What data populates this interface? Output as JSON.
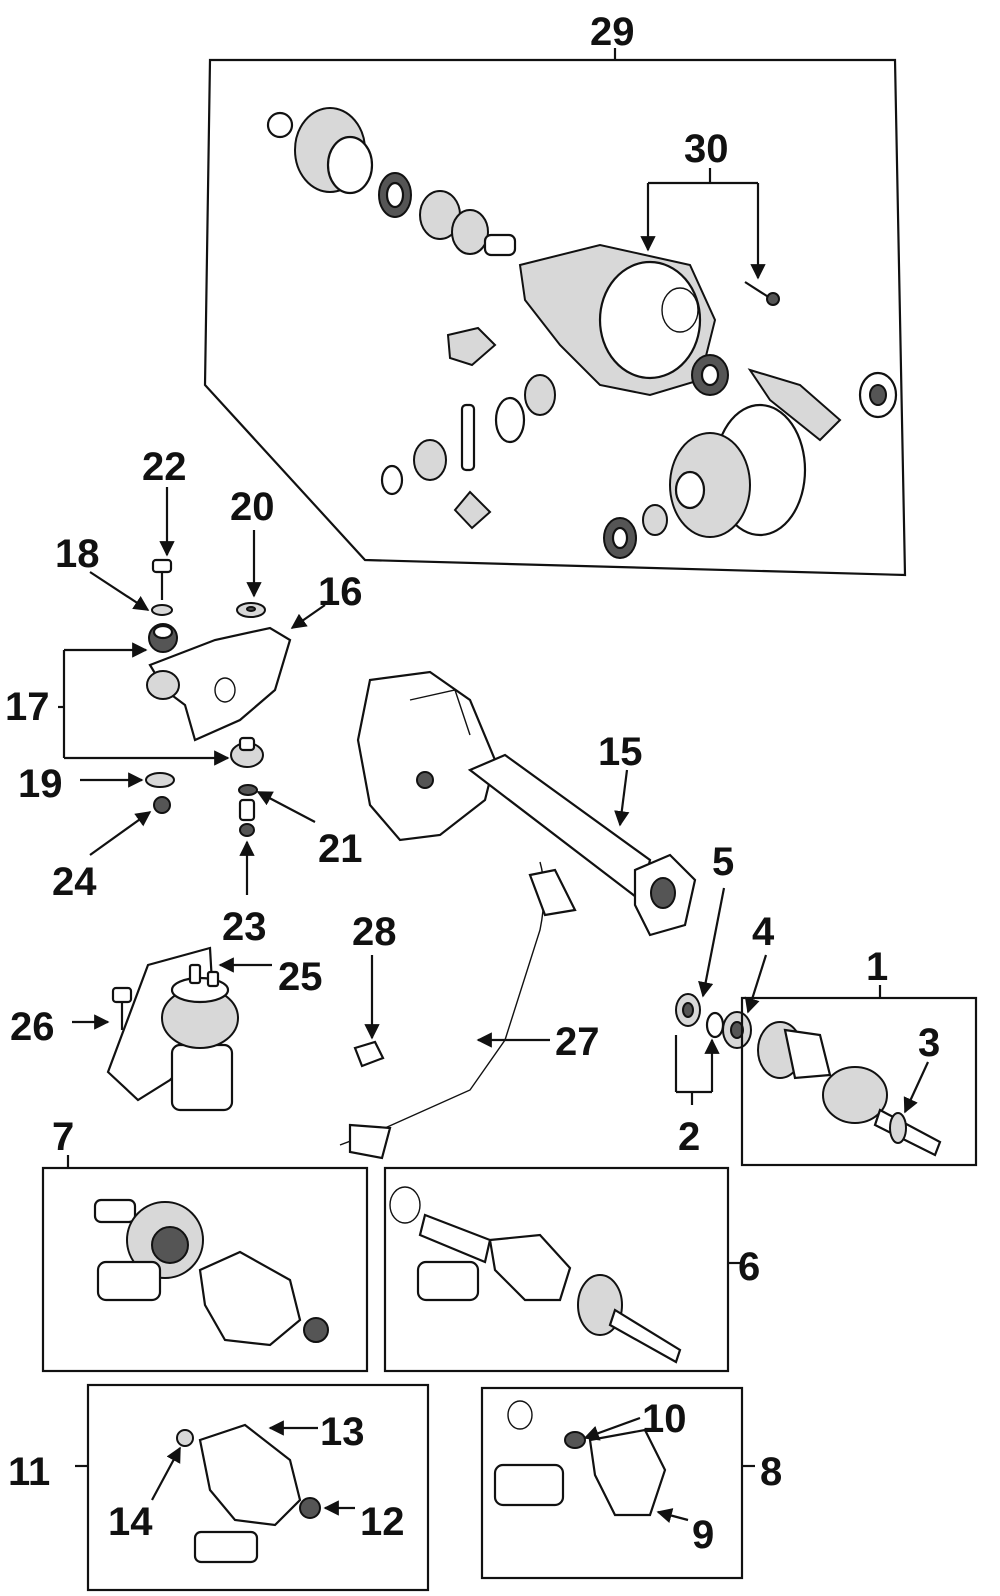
{
  "diagram": {
    "callouts": {
      "c1": "1",
      "c2": "2",
      "c3": "3",
      "c4": "4",
      "c5": "5",
      "c6": "6",
      "c7": "7",
      "c8": "8",
      "c9": "9",
      "c10": "10",
      "c11": "11",
      "c12": "12",
      "c13": "13",
      "c14": "14",
      "c15": "15",
      "c16": "16",
      "c17": "17",
      "c18": "18",
      "c19": "19",
      "c20": "20",
      "c21": "21",
      "c22": "22",
      "c23": "23",
      "c24": "24",
      "c25": "25",
      "c26": "26",
      "c27": "27",
      "c28": "28",
      "c29": "29",
      "c30": "30"
    },
    "colors": {
      "line": "#111111",
      "fill": "#ffffff",
      "shade": "#d8d8d8",
      "dark": "#555555"
    }
  }
}
